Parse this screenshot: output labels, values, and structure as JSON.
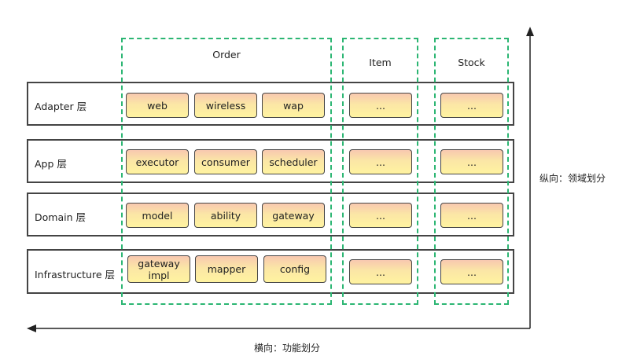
{
  "domains": {
    "order": "Order",
    "item": "Item",
    "stock": "Stock"
  },
  "layers": {
    "adapter": {
      "label": "Adapter 层",
      "order": [
        "web",
        "wireless",
        "wap"
      ],
      "item": "...",
      "stock": "..."
    },
    "app": {
      "label": "App 层",
      "order": [
        "executor",
        "consumer",
        "scheduler"
      ],
      "item": "...",
      "stock": "..."
    },
    "domain": {
      "label": "Domain 层",
      "order": [
        "model",
        "ability",
        "gateway"
      ],
      "item": "...",
      "stock": "..."
    },
    "infrastructure": {
      "label": "Infrastructure 层",
      "order": [
        "gateway\nimpl",
        "mapper",
        "config"
      ],
      "item": "...",
      "stock": "..."
    }
  },
  "axes": {
    "vertical_label": "纵向：领域划分",
    "horizontal_label": "横向：功能划分"
  },
  "colors": {
    "domain_border": "#2cb673",
    "layer_border": "#444444",
    "cell_gradient_top": "#f8c8b0",
    "cell_gradient_bottom": "#fff3a0"
  }
}
